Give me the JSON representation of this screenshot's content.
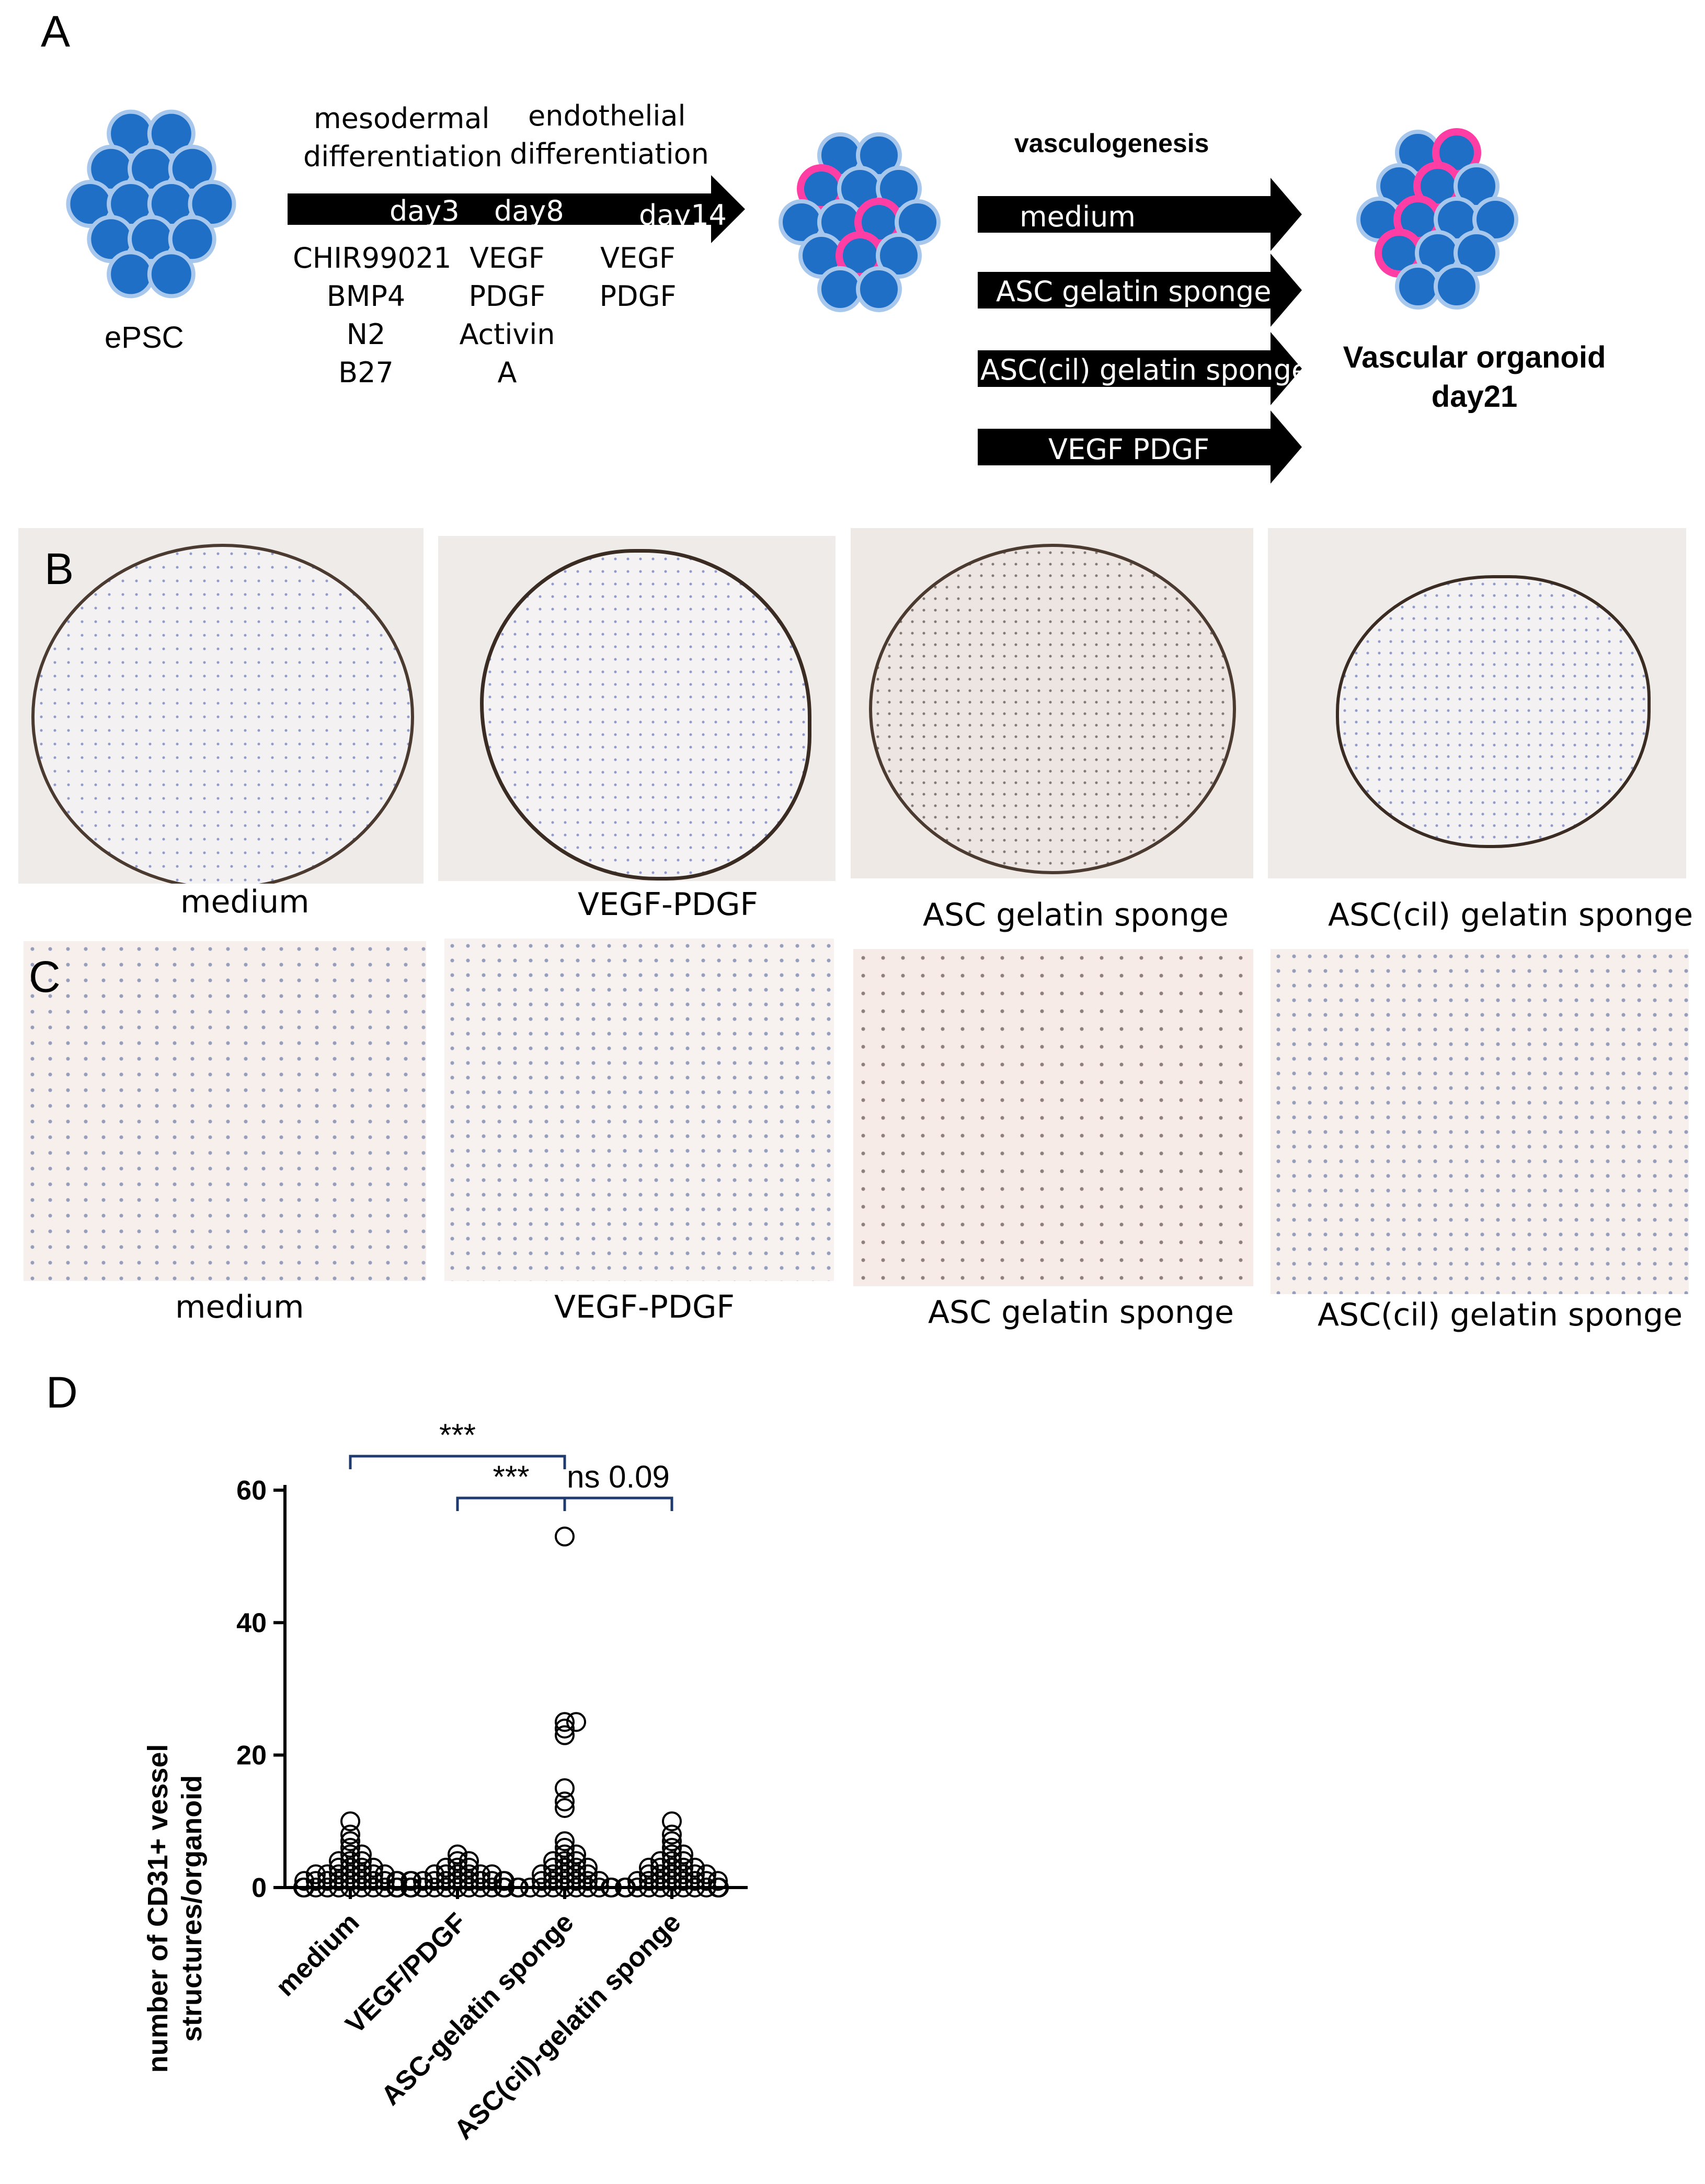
{
  "panel_labels": [
    "A",
    "B",
    "C",
    "D"
  ],
  "panel_a": {
    "start_label": "ePSC",
    "stage1_title": [
      "mesodermal",
      "differentiation"
    ],
    "stage2_title": [
      "endothelial",
      "differentiation"
    ],
    "days": [
      "day3",
      "day8",
      "day14"
    ],
    "reagents_col1": [
      "CHIR99021",
      "BMP4",
      "N2",
      "B27"
    ],
    "reagents_col2": [
      "VEGF",
      "PDGF",
      "Activin",
      "A"
    ],
    "reagents_col3": [
      "VEGF",
      "PDGF"
    ],
    "vasculogenesis_title": "vasculogenesis",
    "conditions": [
      "medium",
      "ASC gelatin sponge",
      "ASC(cil) gelatin sponge",
      "VEGF PDGF"
    ],
    "end_label": [
      "Vascular organoid",
      "day21"
    ]
  },
  "panel_b": {
    "captions": [
      "medium",
      "VEGF-PDGF",
      "ASC gelatin sponge",
      "ASC(cil) gelatin sponge"
    ]
  },
  "panel_c": {
    "captions": [
      "medium",
      "VEGF-PDGF",
      "ASC gelatin sponge",
      "ASC(cil) gelatin sponge"
    ]
  },
  "colors": {
    "cell_fill": "#1f6fc6",
    "cell_ring": "#a8c7ec",
    "endo_ring": "#ff3ea5",
    "arrow": "#000000",
    "bracket": "#1f3a6e"
  },
  "chart_data": {
    "type": "scatter",
    "ylabel": [
      "number of CD31+ vessel",
      "structures/organoid"
    ],
    "xlabel": "",
    "ylim": [
      0,
      60
    ],
    "yticks": [
      0,
      20,
      40,
      60
    ],
    "categories": [
      "medium",
      "VEGF/PDGF",
      "ASC-gelatin sponge",
      "ASC(cil)-gelatin sponge"
    ],
    "series": [
      {
        "values": [
          0,
          0,
          0,
          0,
          0,
          0,
          0,
          0,
          0,
          0,
          0,
          0,
          1,
          1,
          1,
          1,
          1,
          1,
          1,
          1,
          1,
          1,
          2,
          2,
          2,
          2,
          2,
          2,
          2,
          3,
          3,
          3,
          3,
          4,
          4,
          4,
          5,
          5,
          6,
          7,
          8,
          10
        ]
      },
      {
        "values": [
          0,
          0,
          0,
          0,
          0,
          0,
          0,
          0,
          0,
          0,
          0,
          0,
          0,
          1,
          1,
          1,
          1,
          1,
          1,
          1,
          1,
          1,
          1,
          1,
          2,
          2,
          2,
          2,
          2,
          2,
          3,
          3,
          3,
          4,
          4,
          5
        ]
      },
      {
        "values": [
          0,
          0,
          0,
          0,
          0,
          0,
          0,
          0,
          0,
          0,
          0,
          1,
          1,
          1,
          1,
          1,
          1,
          2,
          2,
          2,
          2,
          2,
          3,
          3,
          3,
          3,
          4,
          4,
          4,
          5,
          5,
          6,
          7,
          12,
          13,
          15,
          23,
          24,
          25,
          25,
          53
        ]
      },
      {
        "values": [
          0,
          0,
          0,
          0,
          0,
          0,
          0,
          0,
          0,
          0,
          0,
          0,
          1,
          1,
          1,
          1,
          1,
          1,
          1,
          1,
          2,
          2,
          2,
          2,
          2,
          2,
          3,
          3,
          3,
          3,
          3,
          4,
          4,
          4,
          5,
          5,
          6,
          7,
          8,
          10
        ]
      }
    ],
    "significance": [
      {
        "from": 0,
        "to": 2,
        "label": "***"
      },
      {
        "from": 1,
        "to": 2,
        "label": "***"
      },
      {
        "from": 2,
        "to": 3,
        "label": "ns 0.09"
      }
    ]
  }
}
